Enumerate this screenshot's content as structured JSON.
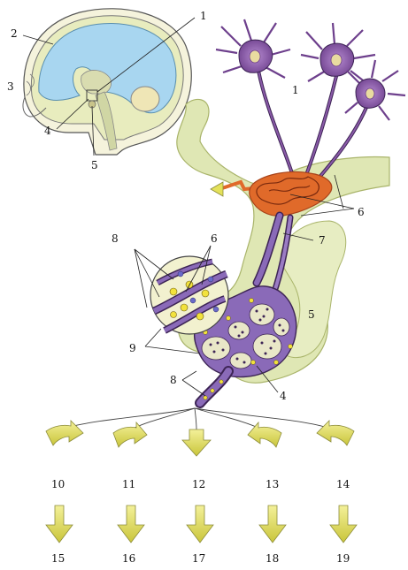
{
  "labels": {
    "inset_1": "1",
    "inset_2": "2",
    "inset_3": "3",
    "inset_4": "4",
    "inset_5": "5",
    "main_1": "1",
    "main_6_upper": "6",
    "main_7": "7",
    "main_8_upper": "8",
    "main_6_mid": "6",
    "main_5": "5",
    "main_9": "9",
    "main_8_lower": "8",
    "main_4": "4",
    "out_10": "10",
    "out_11": "11",
    "out_12": "12",
    "out_13": "13",
    "out_14": "14",
    "out_15": "15",
    "out_16": "16",
    "out_17": "17",
    "out_18": "18",
    "out_19": "19"
  },
  "colors": {
    "neuron": "#8a5aa8",
    "neuron_dark": "#3d2455",
    "capillary": "#e06a2a",
    "gland": "#dfe7b4",
    "ventricle": "#a8d6f0",
    "arrow": "#e4e15a",
    "vessel": "#6a4fa0"
  }
}
